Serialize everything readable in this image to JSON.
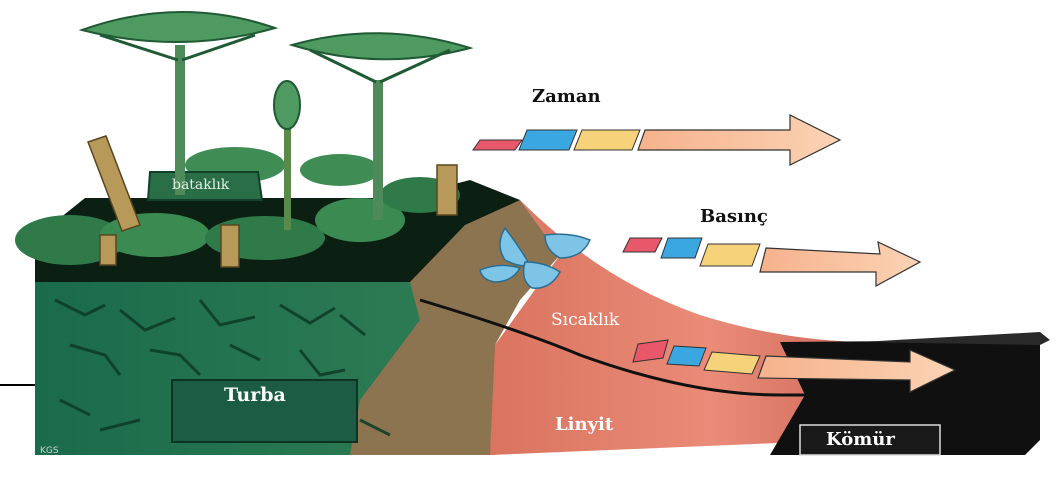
{
  "labels": {
    "zaman": "Zaman",
    "basinc": "Basınç",
    "sicaklik": "Sıcaklık",
    "bataklik": "bataklık",
    "turba": "Turba",
    "linyit": "Linyit",
    "komur": "Kömür",
    "credit": "KGS"
  },
  "colors": {
    "swamp_dark": "#0b1f12",
    "turba": "#1e6a4a",
    "linyit": "#e8786a",
    "komur": "#101010",
    "soil": "#8c7450",
    "water": "#7ec4e6",
    "arrow": "#f8c39a",
    "chip_red": "#e8576a",
    "chip_blue": "#3aa7e0",
    "chip_yellow": "#f6d27a"
  },
  "icons": [
    "tree-icon",
    "water-drop-icon",
    "arrow-icon"
  ]
}
